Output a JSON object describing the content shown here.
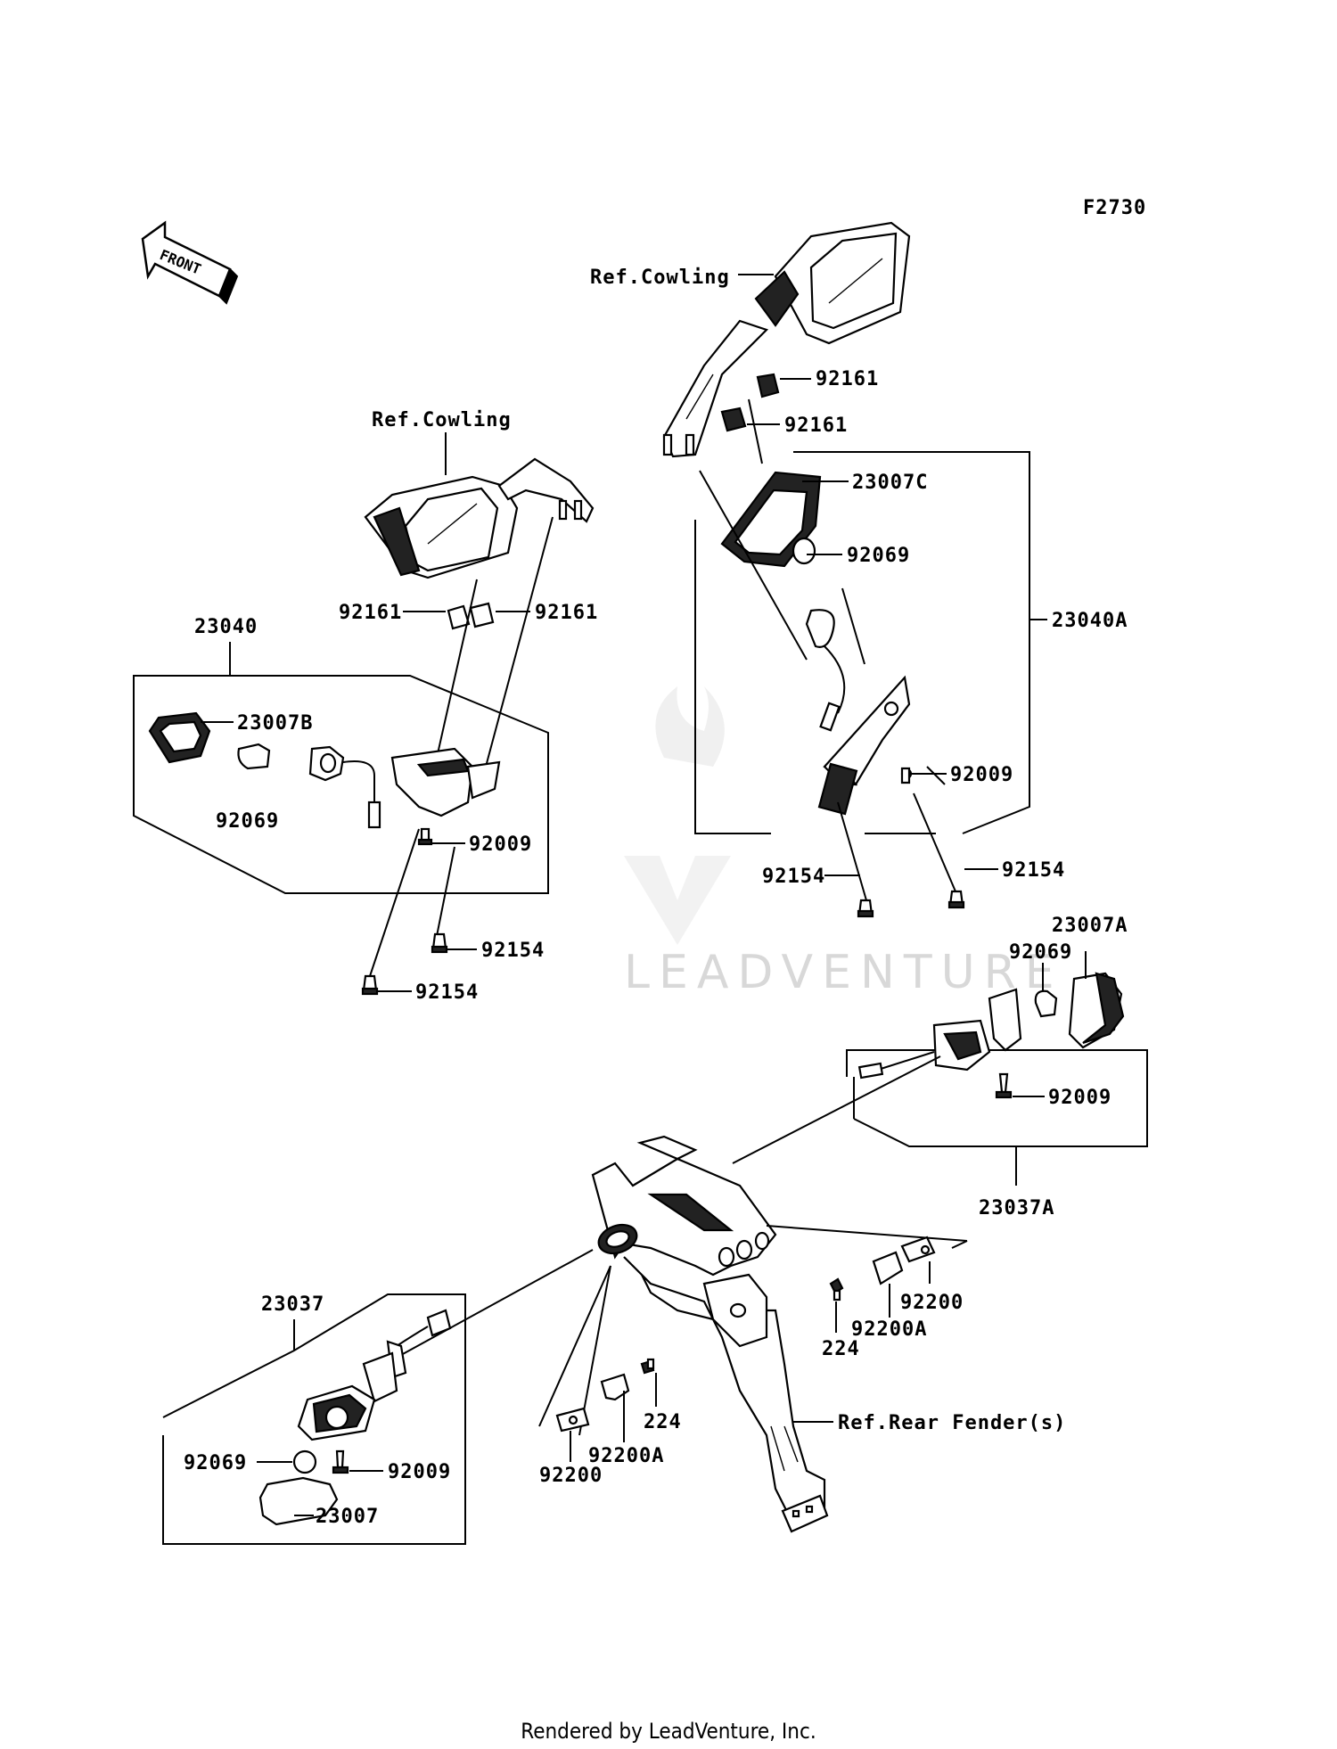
{
  "figure_code": "F2730",
  "front_arrow_label": "FRONT",
  "footer": "Rendered by LeadVenture, Inc.",
  "watermark": "LEADVENTURE",
  "refs": {
    "cowling_right": "Ref.Cowling",
    "cowling_left": "Ref.Cowling",
    "rear_fender": "Ref.Rear Fender(s)"
  },
  "labels": {
    "p92161_ur1": "92161",
    "p92161_ur2": "92161",
    "p23007C": "23007C",
    "p92069_ur": "92069",
    "p23040A": "23040A",
    "p92009_ur": "92009",
    "p92154_ur1": "92154",
    "p92154_ur2": "92154",
    "p92161_ul1": "92161",
    "p92161_ul2": "92161",
    "p23040": "23040",
    "p23007B": "23007B",
    "p92069_ul": "92069",
    "p92009_ul": "92009",
    "p92154_ul1": "92154",
    "p92154_ul2": "92154",
    "p23007A": "23007A",
    "p92069_r": "92069",
    "p92009_r": "92009",
    "p23037A": "23037A",
    "p92200_r": "92200",
    "p92200A_r": "92200A",
    "p224_r": "224",
    "p224_l": "224",
    "p92200A_l": "92200A",
    "p92200_l": "92200",
    "p23037": "23037",
    "p92069_l": "92069",
    "p92009_l": "92009",
    "p23007": "23007"
  }
}
